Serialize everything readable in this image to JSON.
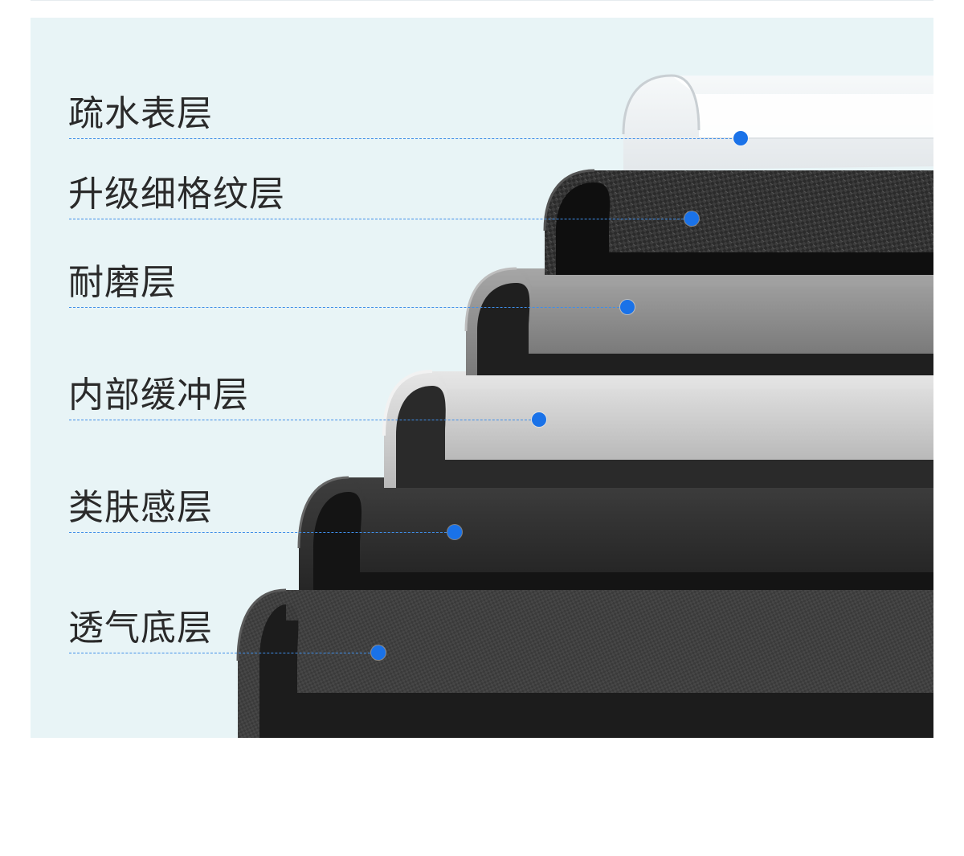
{
  "layers": [
    {
      "label": "疏水表层",
      "style": "transparent"
    },
    {
      "label": "升级细格纹层",
      "style": "carbon-fiber"
    },
    {
      "label": "耐磨层",
      "style": "gray"
    },
    {
      "label": "内部缓冲层",
      "style": "silver"
    },
    {
      "label": "类肤感层",
      "style": "dark-matte"
    },
    {
      "label": "透气底层",
      "style": "fabric-weave"
    }
  ],
  "colors": {
    "panel_background": "#e8f4f6",
    "guide_line": "#3f8ee8",
    "marker_dot": "#1a72e8",
    "label_text": "#2a2a2a"
  }
}
